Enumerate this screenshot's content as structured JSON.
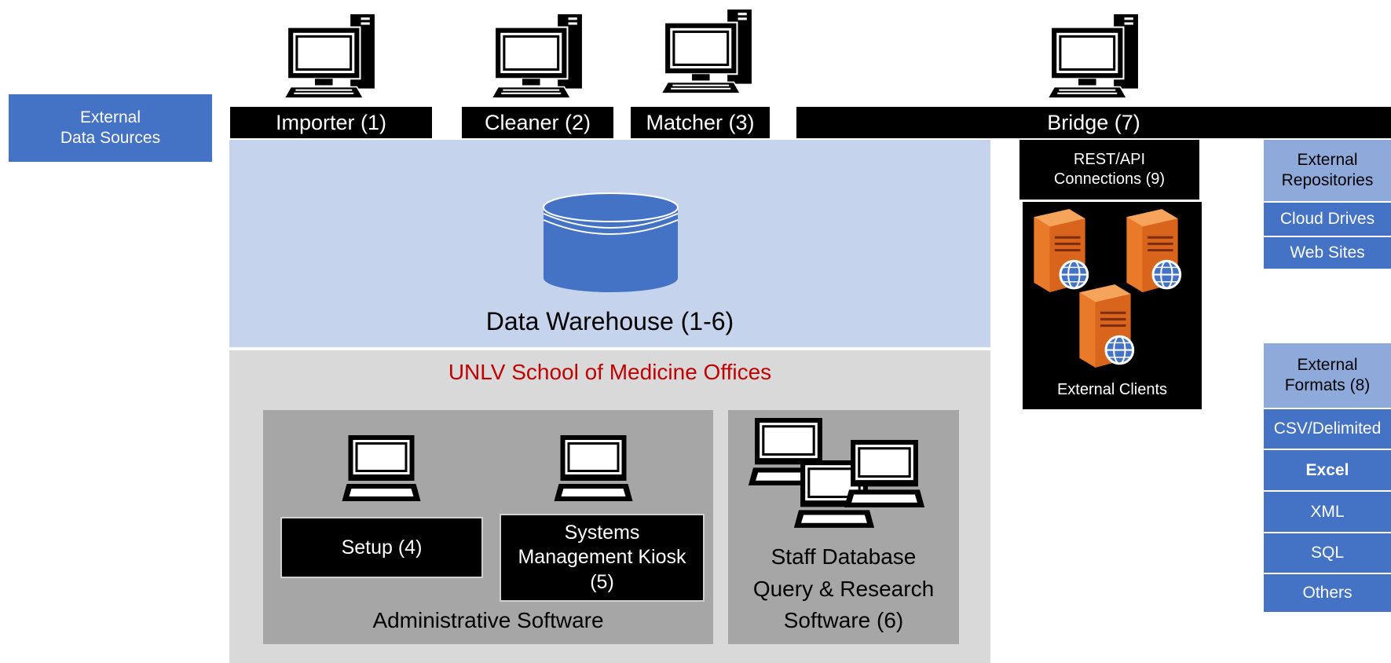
{
  "external_data_sources": {
    "line1": "External",
    "line2": "Data Sources"
  },
  "computers": [
    {
      "label": "Importer (1)"
    },
    {
      "label": "Cleaner (2)"
    },
    {
      "label": "Matcher (3)"
    },
    {
      "label": "Bridge (7)"
    }
  ],
  "warehouse": {
    "label": "Data Warehouse (1-6)"
  },
  "offices": {
    "title": "UNLV School of Medicine Offices",
    "admin": {
      "caption": "Administrative Software",
      "setup": "Setup (4)",
      "kiosk_line1": "Systems",
      "kiosk_line2": "Management Kiosk",
      "kiosk_line3": "(5)"
    },
    "staff": {
      "line1": "Staff Database",
      "line2": "Query & Research",
      "line3": "Software (6)"
    }
  },
  "rest_api": {
    "line1": "REST/API",
    "line2": "Connections (9)"
  },
  "external_clients": {
    "label": "External Clients"
  },
  "repositories": {
    "header_line1": "External",
    "header_line2": "Repositories",
    "items": [
      "Cloud Drives",
      "Web Sites"
    ]
  },
  "formats": {
    "header_line1": "External",
    "header_line2": "Formats (8)",
    "items": [
      "CSV/Delimited",
      "Excel",
      "XML",
      "SQL",
      "Others"
    ]
  },
  "colors": {
    "blue": "#4472c4",
    "light_blue_panel": "#c5d3ec",
    "gray_panel": "#d9d9d9",
    "dark_gray_panel": "#a6a6a6",
    "header_blue": "#8eaadb",
    "title_red": "#c00000",
    "server_orange": "#e97a2a"
  }
}
